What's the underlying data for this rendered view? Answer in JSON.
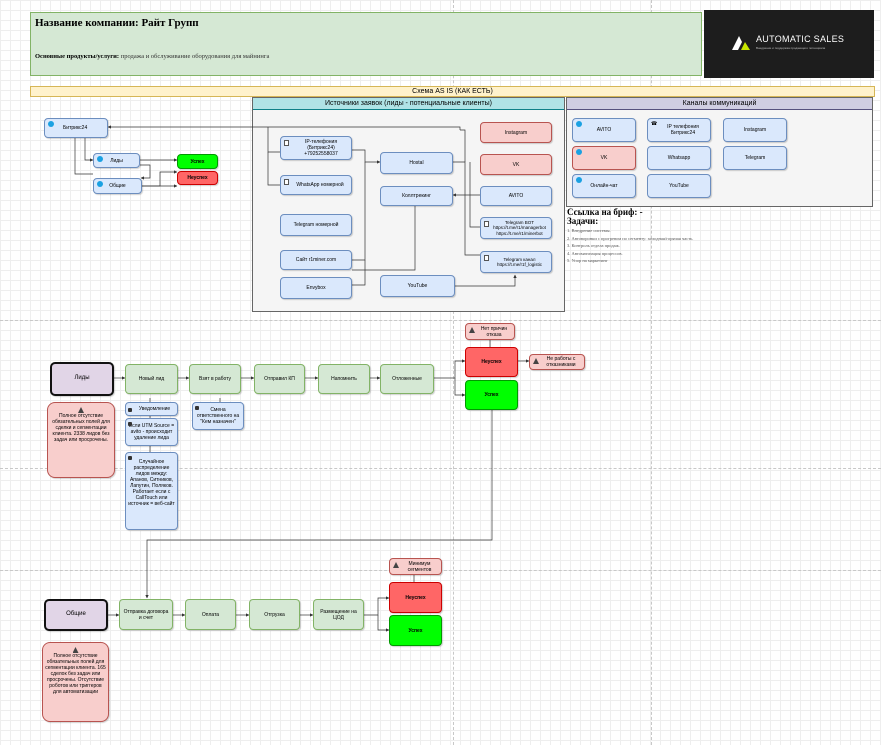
{
  "header": {
    "company_title": "Название компании: Райт Групп",
    "products_label": "Основные продукты/услуги:",
    "products_value": "продажа и обслуживание оборудования для майнинга"
  },
  "logo": {
    "title": "AUTOMATIC SALES",
    "subtitle": "Внедрение и поддержка продающего потенциала"
  },
  "scheme_title": "Схема AS IS (КАК ЕСТЬ)",
  "sources": {
    "header": "Источники заявок (лиды - потенциальные клиенты)",
    "ip_phone": "IP-телефония (Битрикс24) +79252558037",
    "whatsapp": "WhatsApp номерной",
    "telegram": "Telegram номерной",
    "site": "Сайт r1miner.com",
    "envybox": "Envybox",
    "hostal": "Hostal",
    "kolltracking": "Коллтрекинг",
    "youtube": "YouTube",
    "instagram": "Instagram",
    "vk": "VK",
    "avito": "AVITO",
    "tg_bot": "Telegram BOT https://t.me/r1/managerbot https://t.me/r1/minerbot",
    "tg_channel": "Telegram канал https://t.me/r1f_logistic"
  },
  "bitrix": {
    "title": "Битрикс24",
    "leads": "Лиды",
    "deals": "Общие",
    "success": "Успех",
    "fail": "Неуспех"
  },
  "channels": {
    "header": "Каналы коммуникаций",
    "avito": "AVITO",
    "ip_phone": "IP телефония Битрикс24",
    "instagram": "Instagram",
    "vk": "VK",
    "whatsapp": "Whatsapp",
    "telegram": "Telegram",
    "online_chat": "Онлайн-чат",
    "youtube": "YouTube"
  },
  "brief": {
    "title": "Ссылка на бриф: - Задачи:",
    "tasks": [
      "1. Внедрение системы.",
      "2. Автоворонки с прогревом по сегменту: холодная/горячая часть.",
      "3. Контроль отдела продаж.",
      "4. Автоматизация процессов.",
      "5. Упор на маркетинг"
    ]
  },
  "leads_pipeline": {
    "box": "Лиды",
    "note": "Полное отсутствие обязательных полей для сделки и сегментации клиента. 2338 лидов без задач или просрочены.",
    "stages": [
      "Новый лид",
      "Взят в работу",
      "Отправил КП",
      "Напомнить",
      "Отложенные"
    ],
    "notes": {
      "new_1": "Уведомление",
      "new_2": "Если UTM Source = avito - происходит удаление лида",
      "new_3": "Случайное распределение лидов между: Апанов, Ситников, Лапутин, Поляков. Работает если с CallTouch или источник = веб-сайт",
      "work_1": "Смена ответственного на \"Кем назначен\""
    },
    "fail": "Неуспех",
    "success": "Успех",
    "fail_reason": "Нет причин отказа",
    "no_work": "Не работы с отказниками"
  },
  "deals_pipeline": {
    "box": "Общие",
    "note": "Полное отсутствие обязательных полей для сегментации клиента. 165 сделок без задач или просрочены. Отсутствие роботов или триггеров для автоматизации",
    "stages": [
      "Отправка договора и счет",
      "Оплата",
      "Отгрузка",
      "Размещение на ЦОД"
    ],
    "fail": "Неуспех",
    "success": "Успех",
    "min_segments": "Минимум сегментов"
  },
  "colors": {
    "green_fill": "#d5e8d4",
    "blue_fill": "#dae8fc",
    "red_fill": "#f8cecc",
    "bright_green": "#00ff00",
    "bright_red": "#ff6666",
    "purple_fill": "#e1d5e7",
    "logo_bg": "#1d1d1d",
    "logo_accent": "#c8e600"
  }
}
